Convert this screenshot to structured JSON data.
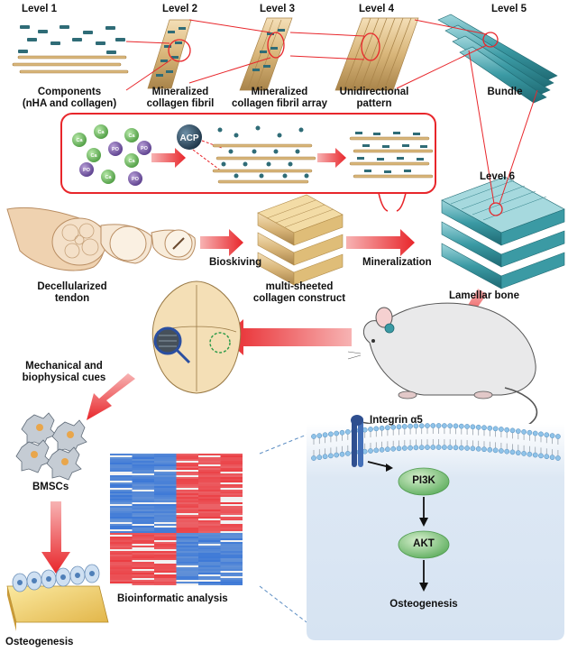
{
  "levels": {
    "l1": {
      "title": "Level 1",
      "caption1": "Components",
      "caption2": "(nHA and collagen)"
    },
    "l2": {
      "title": "Level 2",
      "caption1": "Mineralized",
      "caption2": "collagen fibril"
    },
    "l3": {
      "title": "Level 3",
      "caption1": "Mineralized",
      "caption2": "collagen fibril array"
    },
    "l4": {
      "title": "Level 4",
      "caption1": "Unidirectional",
      "caption2": "pattern"
    },
    "l5": {
      "title": "Level 5",
      "caption1": "Bundle"
    },
    "l6": {
      "title": "Level 6"
    }
  },
  "ions": {
    "ca": "Ca",
    "po4": "PO",
    "acp": "ACP"
  },
  "process": {
    "tendon": "Decellularized",
    "tendon2": "tendon",
    "bioskiving": "Bioskiving",
    "construct": "multi-sheeted",
    "construct2": "collagen construct",
    "mineralization": "Mineralization",
    "lamellar": "Lamellar bone"
  },
  "cues": {
    "line1": "Mechanical and",
    "line2": "biophysical cues"
  },
  "bmsc": "BMSCs",
  "osteo_left": "Osteogenesis",
  "bioinfo": "Bioinformatic analysis",
  "pathway": {
    "integrin": "Integrin α5",
    "pi3k": "PI3K",
    "akt": "AKT",
    "osteo": "Osteogenesis"
  },
  "colors": {
    "accent_red": "#e8262b",
    "collagen": "#e7c68c",
    "teal": "#3b9aa4",
    "heat_blue": "#4b7fc3",
    "heat_red": "#e05a5a",
    "node_green": "#7cc47f"
  }
}
